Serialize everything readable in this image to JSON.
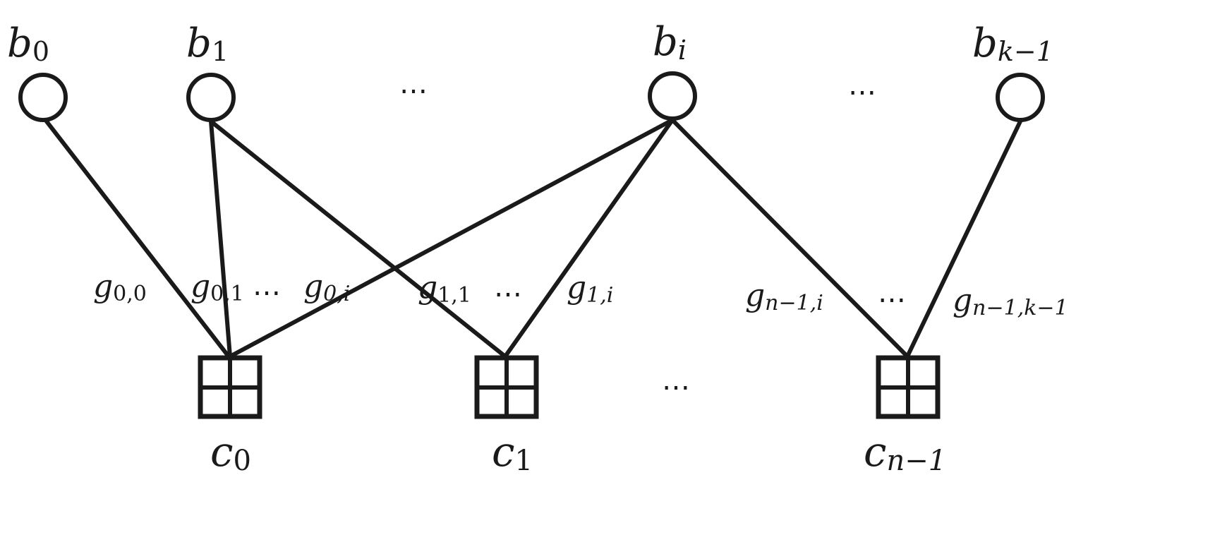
{
  "bit_nodes": [
    {
      "id": "b0",
      "symbol": "b",
      "sub": "0"
    },
    {
      "id": "b1",
      "symbol": "b",
      "sub": "1"
    },
    {
      "id": "bi",
      "symbol": "b",
      "sub": "i"
    },
    {
      "id": "bk-1",
      "symbol": "b",
      "sub": "k−1"
    }
  ],
  "check_nodes": [
    {
      "id": "c0",
      "symbol": "c",
      "sub": "0"
    },
    {
      "id": "c1",
      "symbol": "c",
      "sub": "1"
    },
    {
      "id": "cn-1",
      "symbol": "c",
      "sub": "n−1"
    }
  ],
  "edges": [
    {
      "from": "b0",
      "to": "c0"
    },
    {
      "from": "b1",
      "to": "c0"
    },
    {
      "from": "b1",
      "to": "c1"
    },
    {
      "from": "bi",
      "to": "c0"
    },
    {
      "from": "bi",
      "to": "c1"
    },
    {
      "from": "bi",
      "to": "cn-1"
    },
    {
      "from": "bk-1",
      "to": "cn-1"
    }
  ],
  "edge_labels": [
    {
      "symbol": "g",
      "sub": "0,0"
    },
    {
      "symbol": "g",
      "sub": "0,1"
    },
    {
      "symbol": "g",
      "sub": "0,i"
    },
    {
      "symbol": "g",
      "sub": "1,1"
    },
    {
      "symbol": "g",
      "sub": "1,i"
    },
    {
      "symbol": "g",
      "sub": "n−1,i"
    },
    {
      "symbol": "g",
      "sub": "n−1,k−1"
    }
  ],
  "ellipsis": "⋯"
}
